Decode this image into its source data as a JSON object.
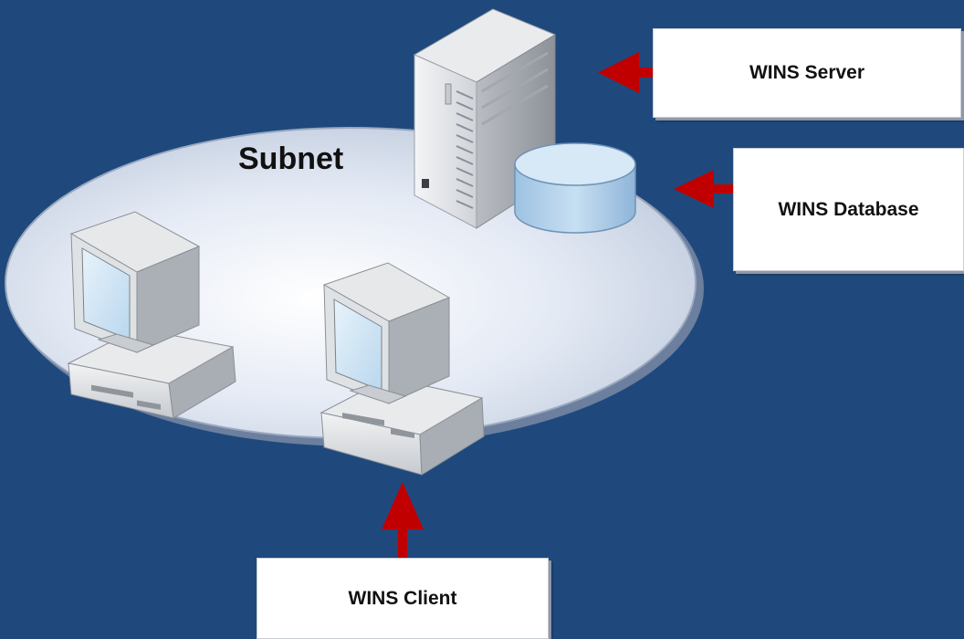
{
  "subnet_label": "Subnet",
  "callouts": {
    "server": "WINS Server",
    "database": "WINS Database",
    "client": "WINS Client"
  },
  "colors": {
    "background": "#1f497d",
    "arrow": "#c00000",
    "subnet_fill": "#dfe6f2",
    "database_fill": "#b7d3ea"
  }
}
